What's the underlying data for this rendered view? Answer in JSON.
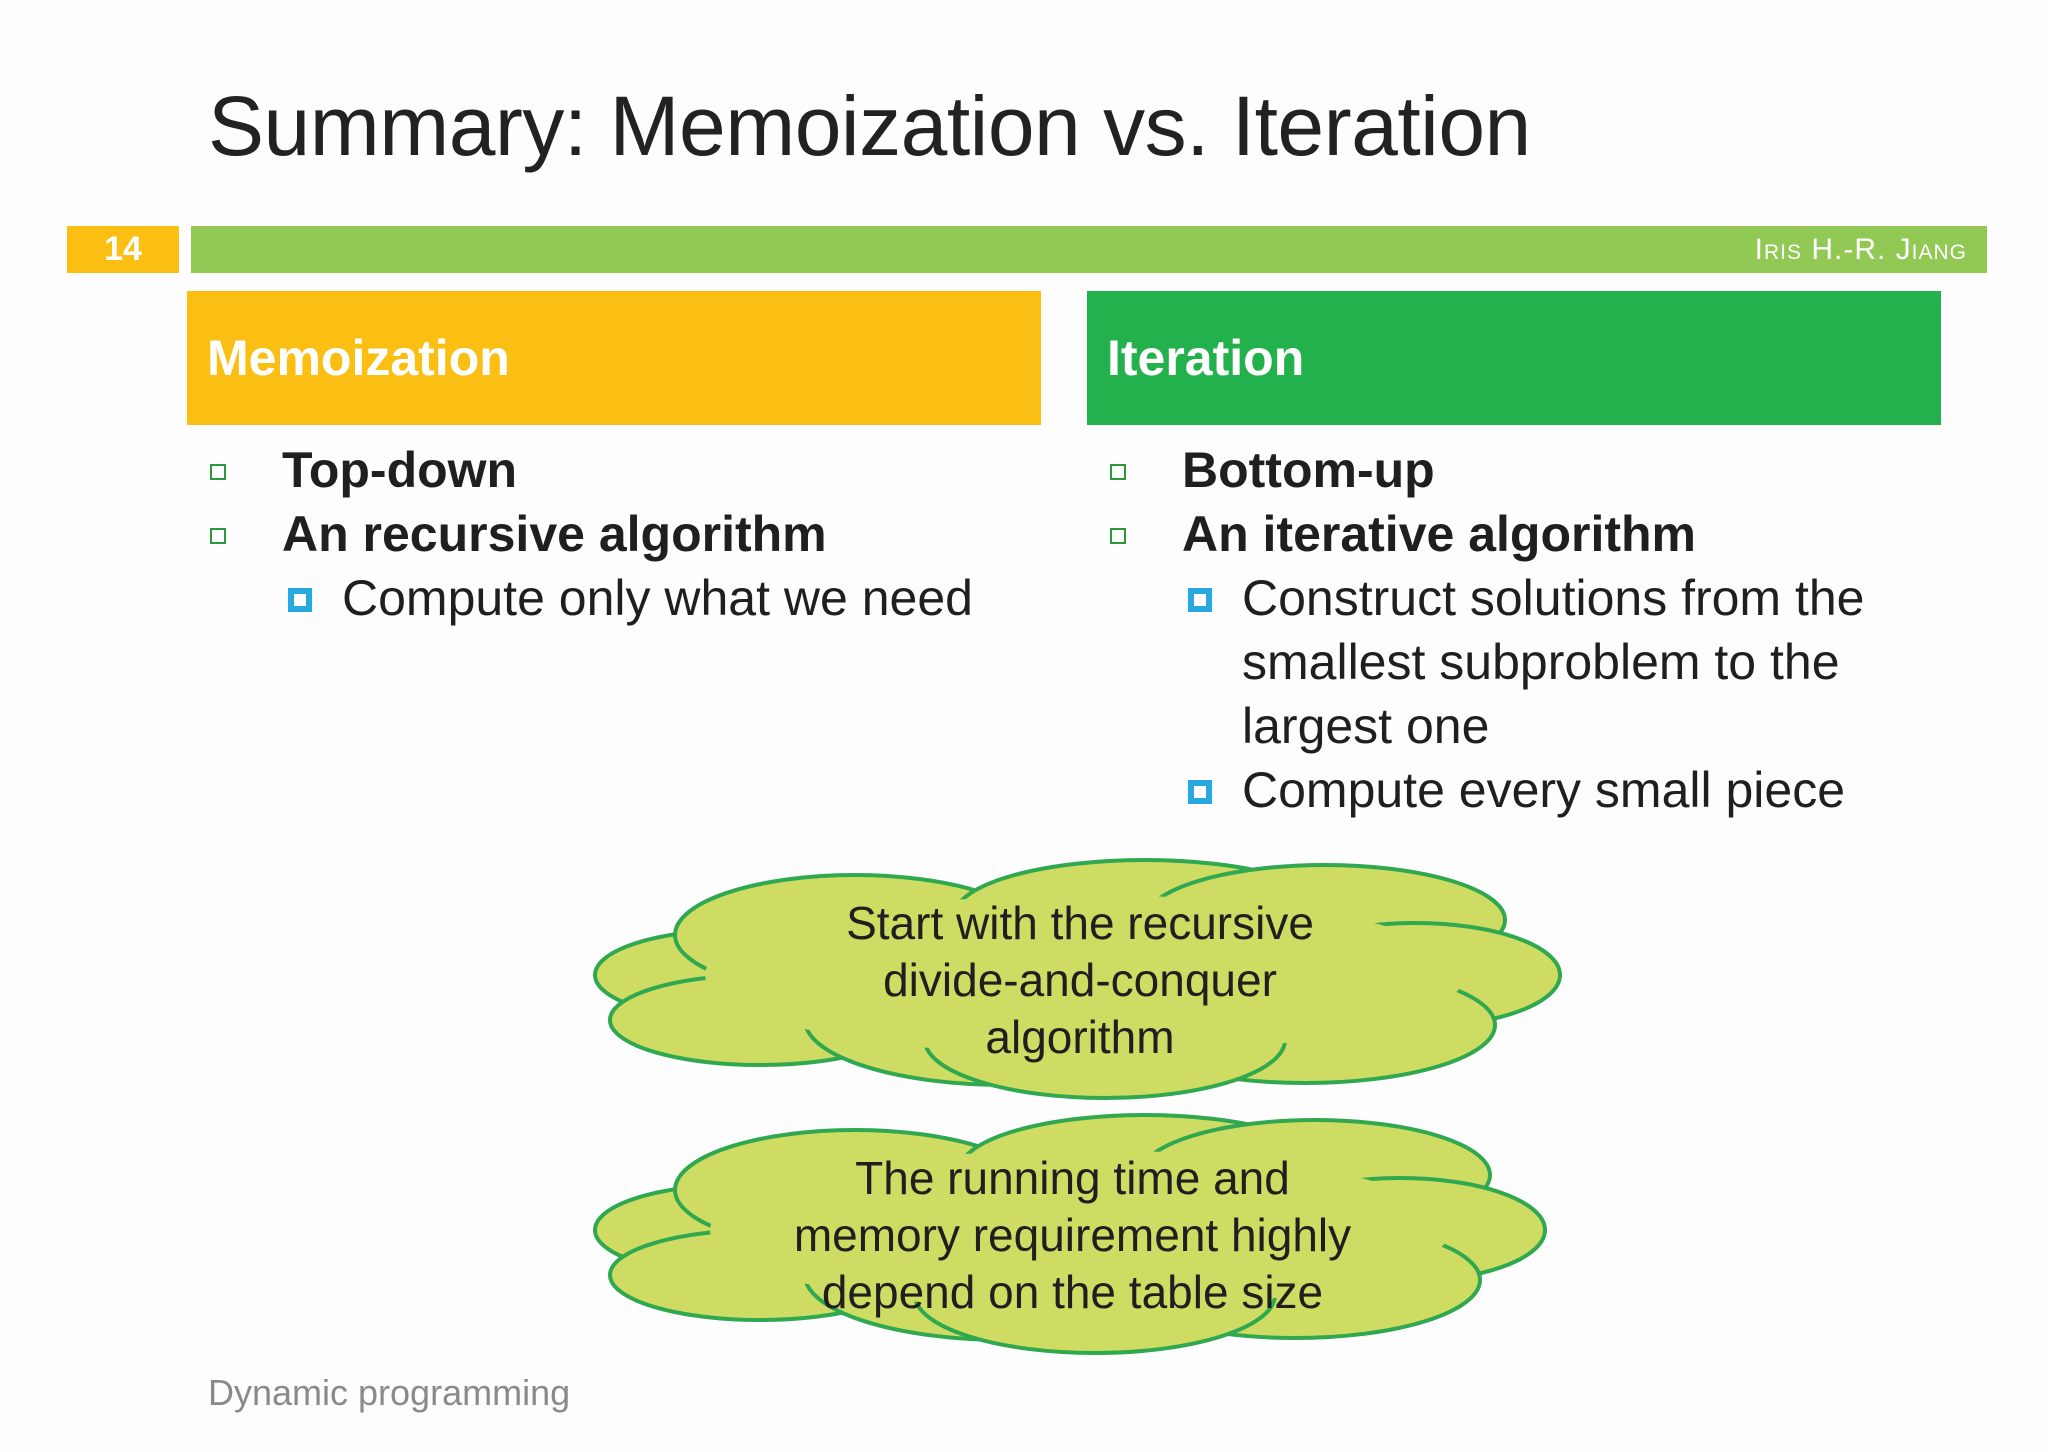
{
  "slide": {
    "title": "Summary: Memoization vs. Iteration",
    "number": "14",
    "author": "Iris H.-R. Jiang",
    "footer": "Dynamic programming"
  },
  "colors": {
    "accent_yellow": "#fbbf14",
    "accent_green": "#22b14c",
    "bar_green": "#92c954",
    "cloud_fill": "#cfdc63",
    "cloud_stroke": "#2fa84f",
    "bullet_blue": "#29a9e1"
  },
  "columns": {
    "memoization": {
      "header": "Memoization",
      "items": [
        {
          "text": "Top-down",
          "subitems": []
        },
        {
          "text": "An recursive algorithm",
          "subitems": [
            "Compute only what we need"
          ]
        }
      ]
    },
    "iteration": {
      "header": "Iteration",
      "items": [
        {
          "text": "Bottom-up",
          "subitems": []
        },
        {
          "text": "An iterative algorithm",
          "subitems": [
            "Construct solutions from the smallest subproblem to the largest one",
            "Compute every small piece"
          ]
        }
      ]
    }
  },
  "callouts": [
    {
      "lines": [
        "Start with the recursive",
        "divide-and-conquer",
        "algorithm"
      ]
    },
    {
      "lines": [
        "The running time and",
        "memory requirement highly",
        "depend on the table size"
      ]
    }
  ],
  "icons": {
    "main_bullet": "hollow-square-icon",
    "sub_bullet": "blue-square-icon"
  }
}
